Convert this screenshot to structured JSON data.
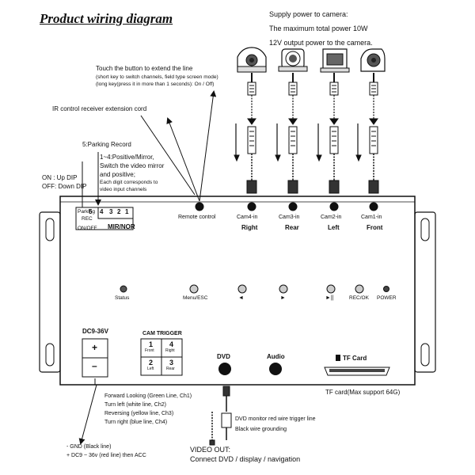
{
  "title": "Product wiring diagram",
  "power_note": {
    "line1": "Supply power to camera:",
    "line2": "The maximum total power 10W",
    "line3": "12V output power to the camera."
  },
  "touch_note": {
    "line1": "Touch the button to extend the line",
    "line2": "(short key to switch channels, field type screen mode)",
    "line3": "(long key(press it in more than 1 seconds):  On / Off)"
  },
  "ir_note": "IR control receiver extension cord",
  "parking_note": "5:Parking Record",
  "mirror_note": {
    "line1": "1~4:Positive/Mirror,",
    "line2": "Switch the video mirror",
    "line3": "and positive;",
    "line4": "Each digit corresponds to",
    "line5": "video input channels"
  },
  "dip_note": {
    "on": "ON  : Up DIP",
    "off": "OFF: Down DIP"
  },
  "dip_switch": {
    "label_top": "Parking",
    "label_bottom": "REC",
    "digits": [
      "5",
      "4",
      "3",
      "2",
      "1"
    ],
    "onoff": "ON/OFF",
    "mirror_label": "MIR/NOR"
  },
  "remote_control": "Remote control",
  "cameras": [
    {
      "input": "Cam4-in",
      "position": "Right"
    },
    {
      "input": "Cam3-in",
      "position": "Rear"
    },
    {
      "input": "Cam2-in",
      "position": "Left"
    },
    {
      "input": "Cam1-in",
      "position": "Front"
    }
  ],
  "buttons": {
    "status": "Status",
    "menu": "Menu/ESC",
    "left": "◄",
    "right": "►",
    "play": "►||",
    "rec": "REC/OK",
    "power": "POWER"
  },
  "power_input": {
    "label": "DC9-36V",
    "plus": "+",
    "minus": "–"
  },
  "cam_trigger": {
    "label": "CAM TRIGGER",
    "cells": [
      {
        "num": "1",
        "name": "Front"
      },
      {
        "num": "4",
        "name": "Right"
      },
      {
        "num": "2",
        "name": "Left"
      },
      {
        "num": "3",
        "name": "Rear"
      }
    ]
  },
  "dvd_label": "DVD",
  "audio_label": "Audio",
  "tf_label": "TF Card",
  "tf_note": "TF card(Max support 64G)",
  "trigger_lines": {
    "l1": "Forward Looking  (Green Line, Ch1)",
    "l2": "Turn left  (white line, Ch2)",
    "l3": "Reversing  (yellow line, Ch3)",
    "l4": "Turn right (blue line, Ch4)"
  },
  "dvd_notes": {
    "l1": "DVD monitor red wire trigger line",
    "l2": "Black wire grounding"
  },
  "gnd_notes": {
    "l1": "- GND    (Black line)",
    "l2": "+ DC9 ~ 36v (red line) then ACC"
  },
  "video_out": {
    "l1": "VIDEO OUT:",
    "l2": "Connect DVD / display / navigation"
  }
}
